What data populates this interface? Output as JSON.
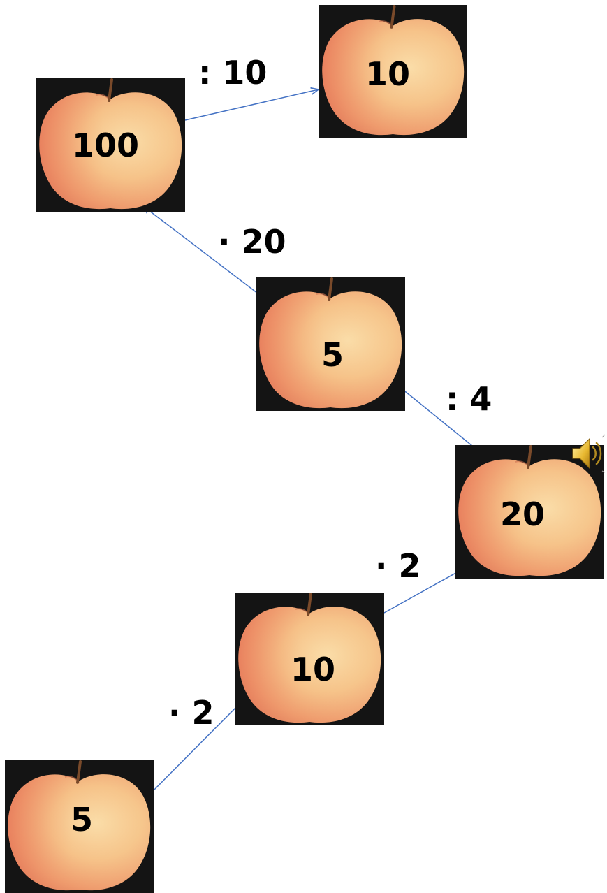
{
  "nodes": [
    {
      "id": "n1",
      "value": "100"
    },
    {
      "id": "n2",
      "value": "10"
    },
    {
      "id": "n3",
      "value": "5"
    },
    {
      "id": "n4",
      "value": "20"
    },
    {
      "id": "n5",
      "value": "10"
    },
    {
      "id": "n6",
      "value": "5"
    }
  ],
  "operations": [
    {
      "from": "n1",
      "to": "n2",
      "label": ": 10"
    },
    {
      "from": "n3",
      "to": "n1",
      "label": "· 20"
    },
    {
      "from": "n4",
      "to": "n3",
      "label": ": 4"
    },
    {
      "from": "n5",
      "to": "n4",
      "label": "· 2"
    },
    {
      "from": "n6",
      "to": "n5",
      "label": "· 2"
    }
  ],
  "icons": {
    "speaker": "speaker-icon",
    "apple": "apple-icon"
  },
  "colors": {
    "arrow": "#4472C4",
    "card_bg": "#141414",
    "apple_base": "#F2A570",
    "apple_highlight": "#F8D9A0"
  }
}
